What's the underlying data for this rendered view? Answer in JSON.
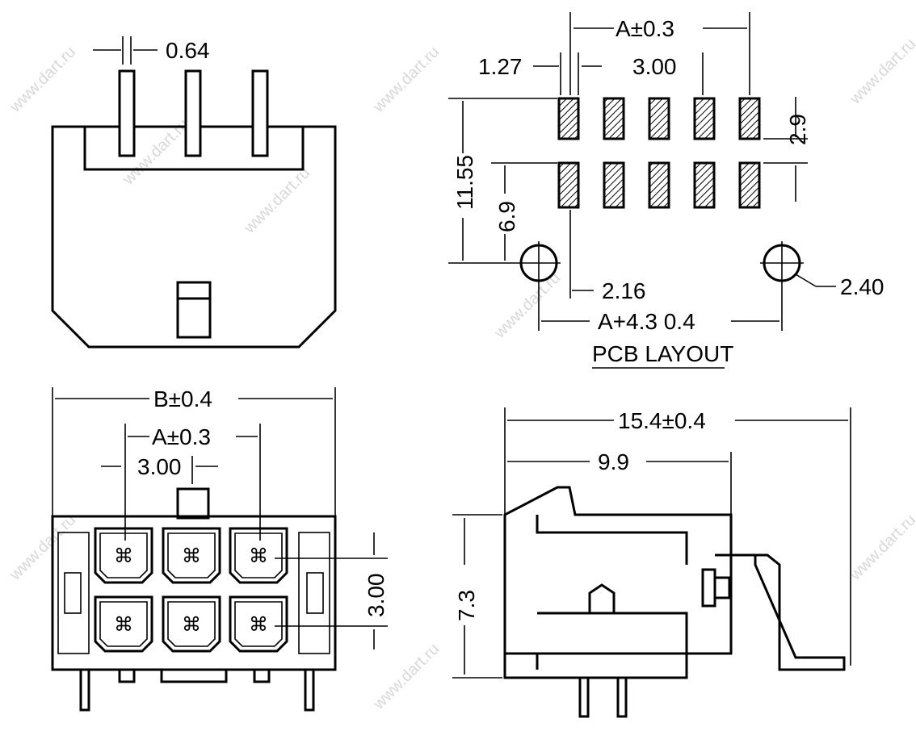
{
  "watermark": "www.dart.ru",
  "top_left_view": {
    "pin_width": "0.64"
  },
  "pcb_layout": {
    "title": "PCB LAYOUT",
    "span": "A±0.3",
    "pad_width": "1.27",
    "pitch": "3.00",
    "row_pitch": "2.9",
    "height_total": "11.55",
    "height_row": "6.9",
    "pad_offset": "2.16",
    "hole_diameter": "2.40",
    "hole_span": "A+4.3 0.4"
  },
  "front_view": {
    "width": "B±0.4",
    "span": "A±0.3",
    "pitch": "3.00",
    "row_pitch": "3.00"
  },
  "side_view": {
    "depth": "15.4±0.4",
    "depth_inner": "9.9",
    "height": "7.3"
  },
  "colors": {
    "line": "#000000",
    "watermark": "#d8d8d8"
  }
}
